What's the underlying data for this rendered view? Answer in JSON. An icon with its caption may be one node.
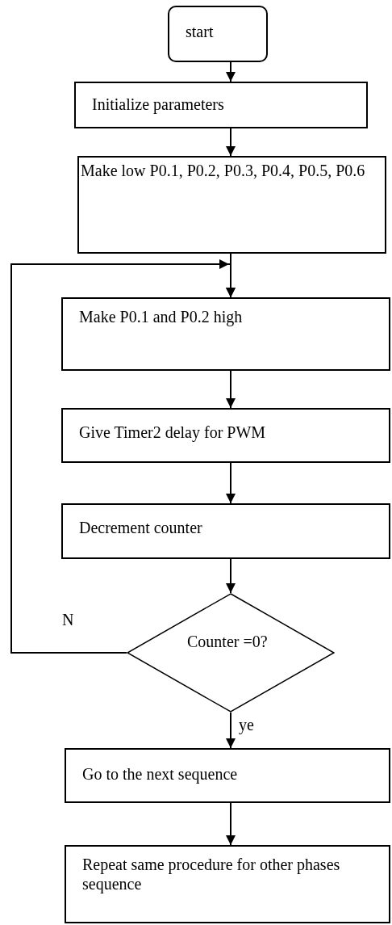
{
  "diagram": {
    "nodes": [
      {
        "text": [
          "start"
        ]
      },
      {
        "text": [
          "Initialize parameters"
        ]
      },
      {
        "text": [
          "Make low P0.1, P0.2, P0.3, P0.4, P0.5, P0.6"
        ]
      },
      {
        "text": [
          "Make P0.1 and P0.2 high"
        ]
      },
      {
        "text": [
          "Give Timer2 delay for PWM"
        ]
      },
      {
        "text": [
          "Decrement counter"
        ]
      },
      {
        "text": [
          "Counter =0?"
        ]
      },
      {
        "text": [
          "Go to the next sequence"
        ]
      },
      {
        "text": [
          "Repeat same procedure for other phases sequence"
        ]
      }
    ],
    "edges": [
      {
        "from": 0,
        "to": 1,
        "arrow": "to"
      },
      {
        "from": 1,
        "to": 2,
        "arrow": "to"
      },
      {
        "from": 2,
        "to": 3,
        "arrow": "to"
      },
      {
        "from": 3,
        "to": 4,
        "arrow": "to"
      },
      {
        "from": 4,
        "to": 5,
        "arrow": "to"
      },
      {
        "from": 5,
        "to": 6,
        "arrow": "to"
      },
      {
        "from": 6,
        "to": 7,
        "arrow": "to",
        "label": "ye"
      },
      {
        "from": 7,
        "to": 8,
        "arrow": "to"
      },
      {
        "from": 6,
        "to": 3,
        "arrow": "to",
        "label": "N"
      }
    ]
  }
}
